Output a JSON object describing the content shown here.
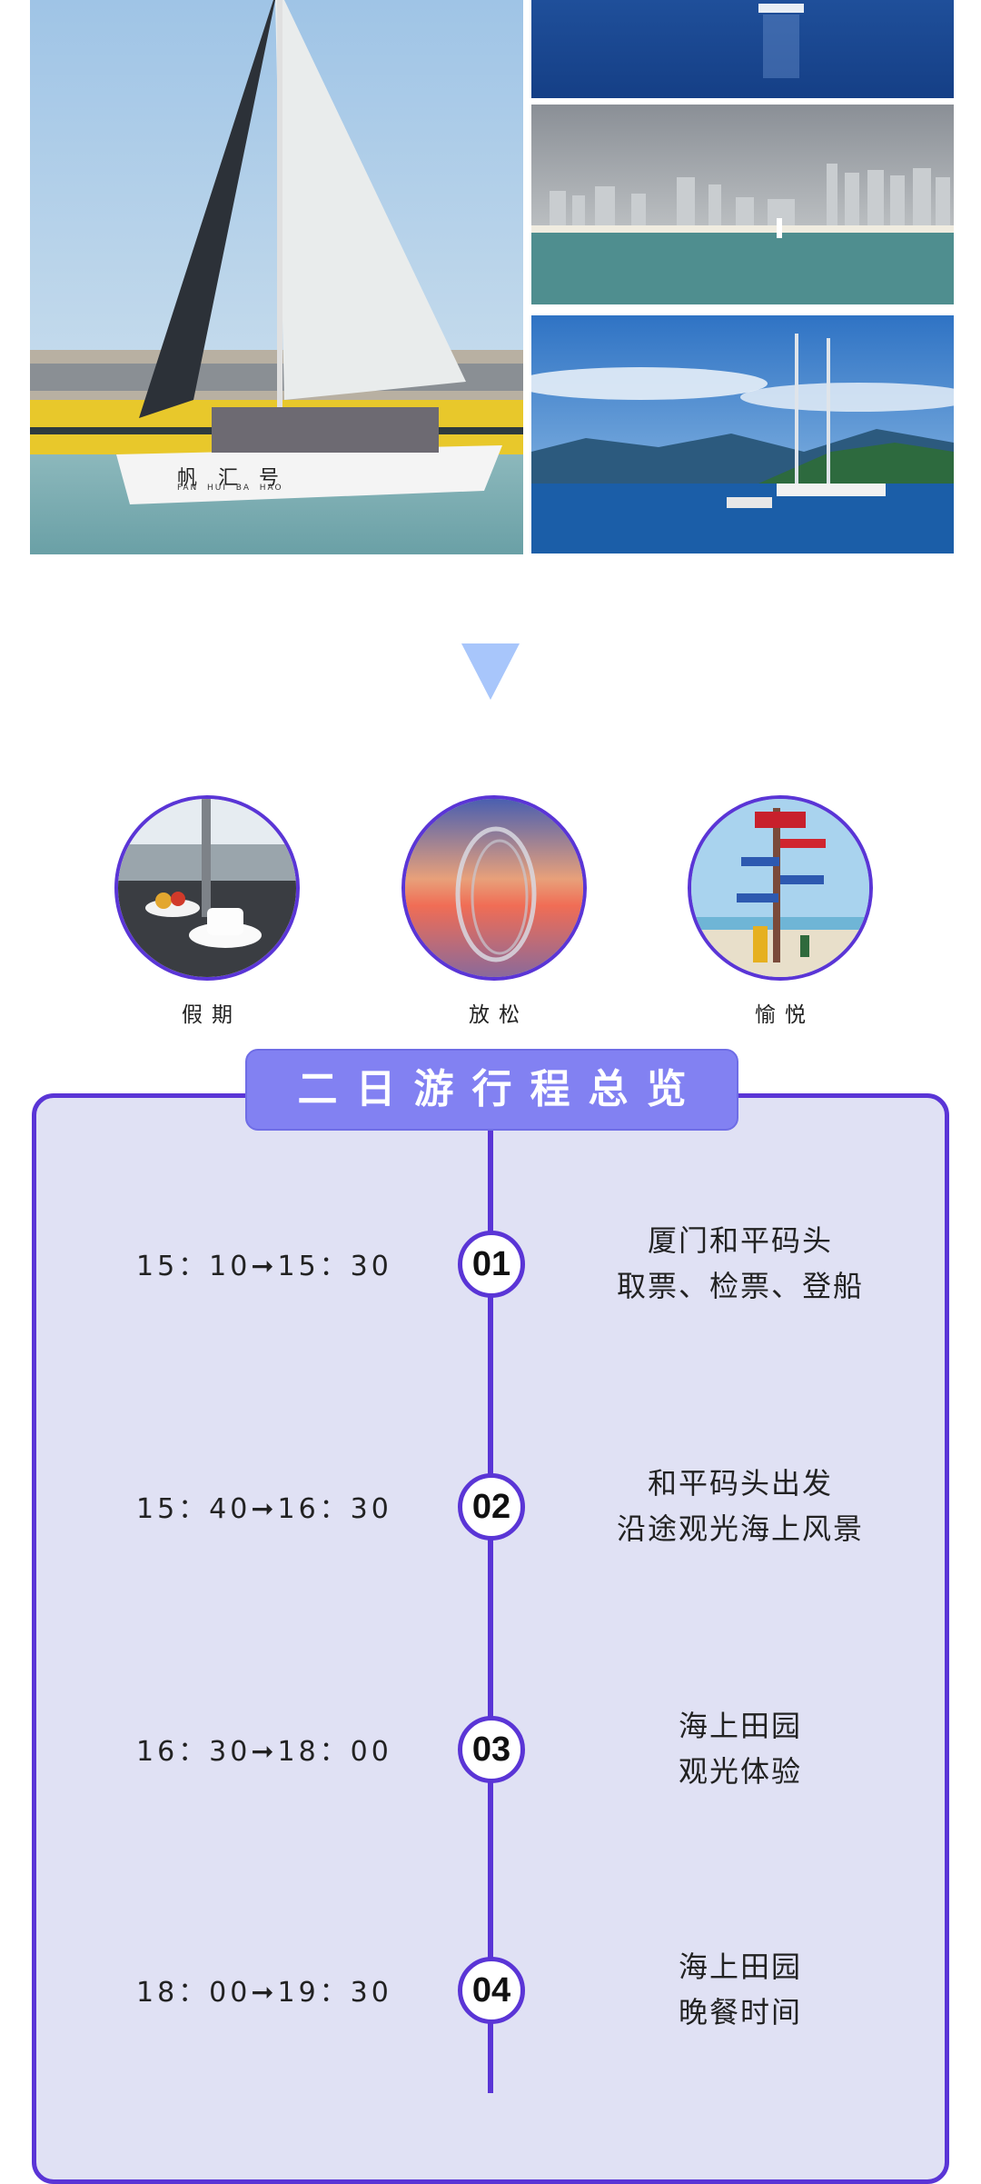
{
  "photos": {
    "main_boat_name_cn": "帆 汇 号",
    "main_boat_name_en": "FAN  HUI  BA  HAO"
  },
  "circles": [
    {
      "label": "假期"
    },
    {
      "label": "放松"
    },
    {
      "label": "愉悦"
    }
  ],
  "itinerary": {
    "title": "二日游行程总览",
    "steps": [
      {
        "number": "01",
        "time": "15：10➞15：30",
        "line1": "厦门和平码头",
        "line2": "取票、检票、登船"
      },
      {
        "number": "02",
        "time": "15：40➞16：30",
        "line1": "和平码头出发",
        "line2": "沿途观光海上风景"
      },
      {
        "number": "03",
        "time": "16：30➞18：00",
        "line1": "海上田园",
        "line2": "观光体验"
      },
      {
        "number": "04",
        "time": "18：00➞19：30",
        "line1": "海上田园",
        "line2": "晚餐时间"
      }
    ]
  },
  "colors": {
    "accent": "#5a35d6",
    "tab": "#8281f2",
    "panel": "#e0e1f4",
    "arrow": "#a8c6fb"
  }
}
